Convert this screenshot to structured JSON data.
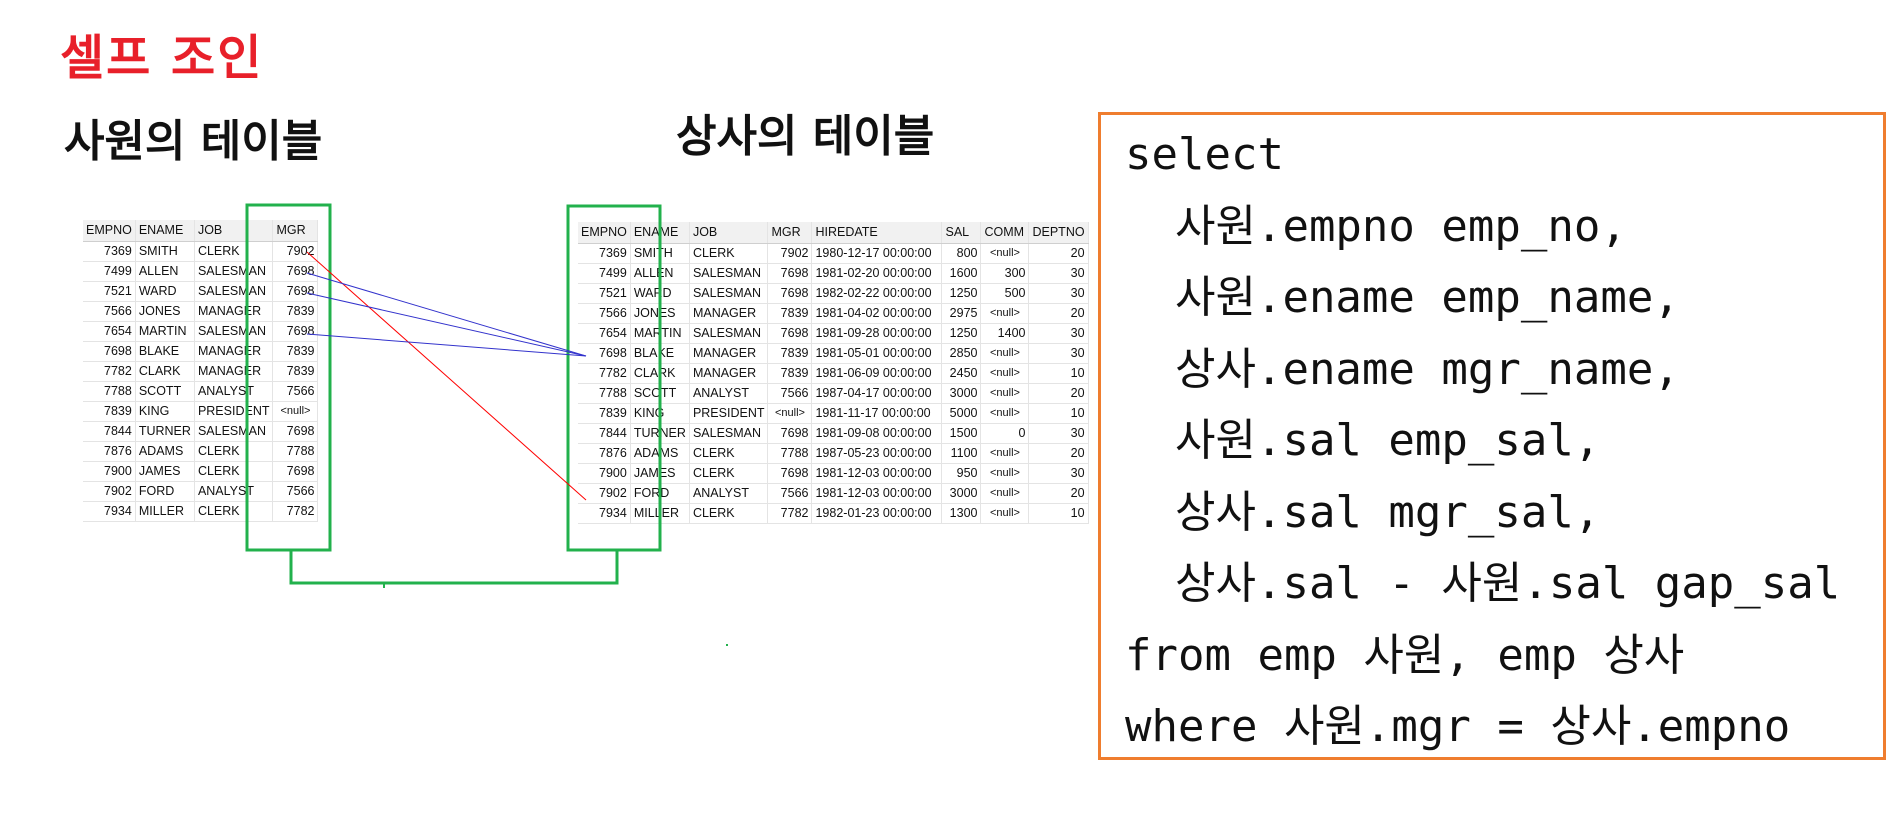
{
  "title": "셀프 조인",
  "emp_heading": "사원의 테이블",
  "mgr_heading": "상사의 테이블",
  "emp_table": {
    "columns": [
      "EMPNO",
      "ENAME",
      "JOB",
      "MGR"
    ],
    "rows": [
      [
        "7369",
        "SMITH",
        "CLERK",
        "7902"
      ],
      [
        "7499",
        "ALLEN",
        "SALESMAN",
        "7698"
      ],
      [
        "7521",
        "WARD",
        "SALESMAN",
        "7698"
      ],
      [
        "7566",
        "JONES",
        "MANAGER",
        "7839"
      ],
      [
        "7654",
        "MARTIN",
        "SALESMAN",
        "7698"
      ],
      [
        "7698",
        "BLAKE",
        "MANAGER",
        "7839"
      ],
      [
        "7782",
        "CLARK",
        "MANAGER",
        "7839"
      ],
      [
        "7788",
        "SCOTT",
        "ANALYST",
        "7566"
      ],
      [
        "7839",
        "KING",
        "PRESIDENT",
        "<null>"
      ],
      [
        "7844",
        "TURNER",
        "SALESMAN",
        "7698"
      ],
      [
        "7876",
        "ADAMS",
        "CLERK",
        "7788"
      ],
      [
        "7900",
        "JAMES",
        "CLERK",
        "7698"
      ],
      [
        "7902",
        "FORD",
        "ANALYST",
        "7566"
      ],
      [
        "7934",
        "MILLER",
        "CLERK",
        "7782"
      ]
    ]
  },
  "mgr_table": {
    "columns": [
      "EMPNO",
      "ENAME",
      "JOB",
      "MGR",
      "HIREDATE",
      "SAL",
      "COMM",
      "DEPTNO"
    ],
    "rows": [
      [
        "7369",
        "SMITH",
        "CLERK",
        "7902",
        "1980-12-17 00:00:00",
        "800",
        "<null>",
        "20"
      ],
      [
        "7499",
        "ALLEN",
        "SALESMAN",
        "7698",
        "1981-02-20 00:00:00",
        "1600",
        "300",
        "30"
      ],
      [
        "7521",
        "WARD",
        "SALESMAN",
        "7698",
        "1982-02-22 00:00:00",
        "1250",
        "500",
        "30"
      ],
      [
        "7566",
        "JONES",
        "MANAGER",
        "7839",
        "1981-04-02 00:00:00",
        "2975",
        "<null>",
        "20"
      ],
      [
        "7654",
        "MARTIN",
        "SALESMAN",
        "7698",
        "1981-09-28 00:00:00",
        "1250",
        "1400",
        "30"
      ],
      [
        "7698",
        "BLAKE",
        "MANAGER",
        "7839",
        "1981-05-01 00:00:00",
        "2850",
        "<null>",
        "30"
      ],
      [
        "7782",
        "CLARK",
        "MANAGER",
        "7839",
        "1981-06-09 00:00:00",
        "2450",
        "<null>",
        "10"
      ],
      [
        "7788",
        "SCOTT",
        "ANALYST",
        "7566",
        "1987-04-17 00:00:00",
        "3000",
        "<null>",
        "20"
      ],
      [
        "7839",
        "KING",
        "PRESIDENT",
        "<null>",
        "1981-11-17 00:00:00",
        "5000",
        "<null>",
        "10"
      ],
      [
        "7844",
        "TURNER",
        "SALESMAN",
        "7698",
        "1981-09-08 00:00:00",
        "1500",
        "0",
        "30"
      ],
      [
        "7876",
        "ADAMS",
        "CLERK",
        "7788",
        "1987-05-23 00:00:00",
        "1100",
        "<null>",
        "20"
      ],
      [
        "7900",
        "JAMES",
        "CLERK",
        "7698",
        "1981-12-03 00:00:00",
        "950",
        "<null>",
        "30"
      ],
      [
        "7902",
        "FORD",
        "ANALYST",
        "7566",
        "1981-12-03 00:00:00",
        "3000",
        "<null>",
        "20"
      ],
      [
        "7934",
        "MILLER",
        "CLERK",
        "7782",
        "1982-01-23 00:00:00",
        "1300",
        "<null>",
        "10"
      ]
    ]
  },
  "sql": [
    "select",
    "사원.empno emp_no,",
    "사원.ename emp_name,",
    "상사.ename mgr_name,",
    "사원.sal emp_sal,",
    "상사.sal mgr_sal,",
    "상사.sal - 사원.sal gap_sal",
    "from emp 사원, emp 상사",
    "where 사원.mgr = 상사.empno"
  ],
  "colors": {
    "title": "#e8202a",
    "highlight_box": "#22b14c",
    "blue_link": "#3333cc",
    "red_link": "#ff0000",
    "sql_border": "#ef7d2e"
  }
}
